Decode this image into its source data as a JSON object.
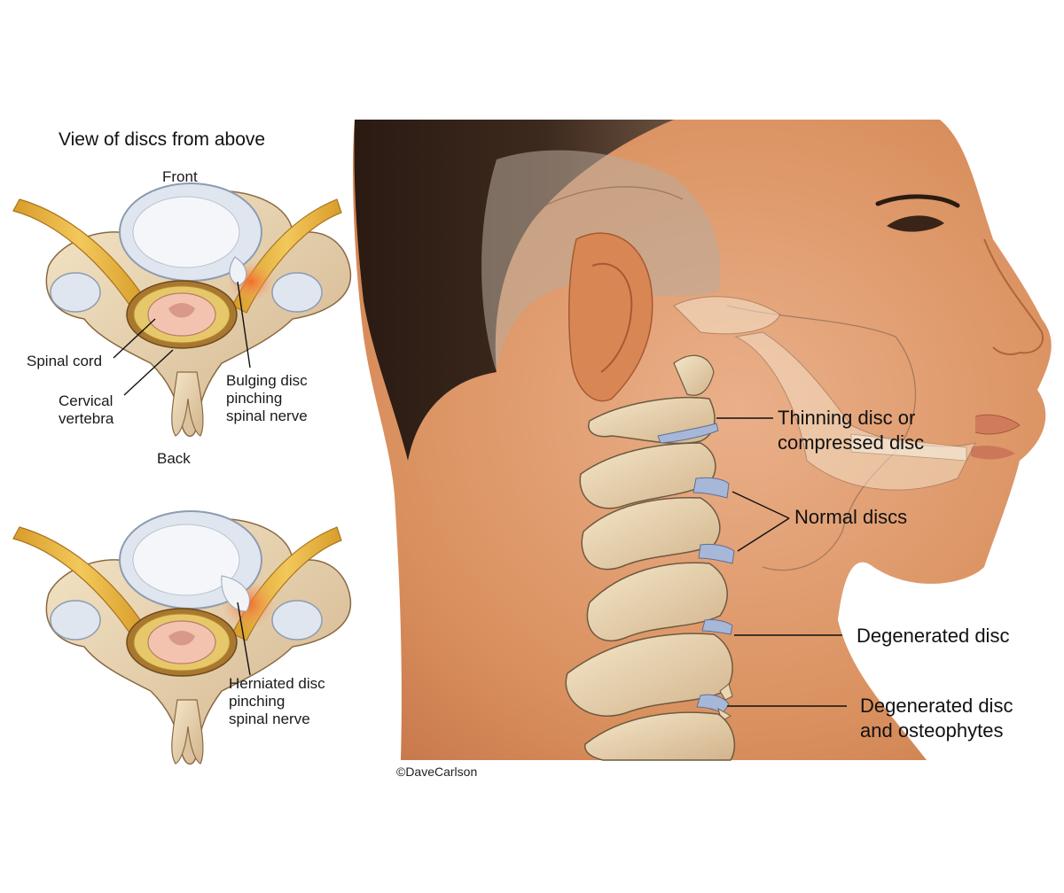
{
  "top_view": {
    "title": "View of discs from above",
    "front_label": "Front",
    "back_label": "Back",
    "spinal_cord_label": "Spinal cord",
    "cervical_vertebra_label": [
      "Cervical",
      "vertebra"
    ],
    "bulging_disc_label": [
      "Bulging disc",
      "pinching",
      "spinal nerve"
    ],
    "herniated_disc_label": [
      "Herniated disc",
      "pinching",
      "spinal nerve"
    ]
  },
  "neck_view": {
    "labels": {
      "thinning_disc": [
        "Thinning disc or",
        "compressed disc"
      ],
      "normal_discs": "Normal discs",
      "degenerated_disc": "Degenerated disc",
      "degenerated_osteophytes": [
        "Degenerated disc",
        "and osteophytes"
      ]
    }
  },
  "copyright": "©DaveCarlson",
  "colors": {
    "bone": "#eedcb9",
    "bone_shadow": "#c9a77e",
    "nerve": "#e3b23c",
    "disc": "#dfe6ef",
    "skin": "#e8a87a",
    "inflammation": "#f07a3a"
  }
}
